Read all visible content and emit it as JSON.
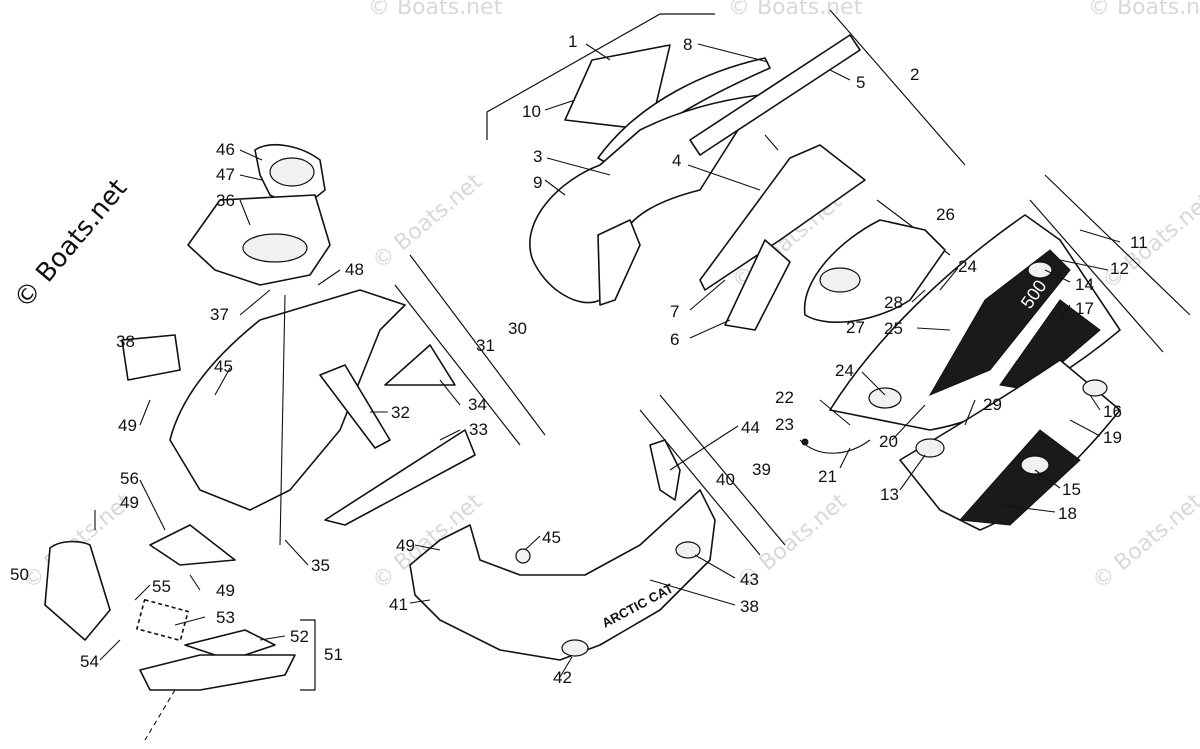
{
  "watermark": {
    "site": "© Boats.net",
    "repeat": "© Boats.net"
  },
  "brand_text": "ARCTIC CAT",
  "model_text": "500",
  "callouts": [
    {
      "id": "c1",
      "label": "1"
    },
    {
      "id": "c2",
      "label": "2"
    },
    {
      "id": "c3",
      "label": "3"
    },
    {
      "id": "c4",
      "label": "4"
    },
    {
      "id": "c5",
      "label": "5"
    },
    {
      "id": "c6",
      "label": "6"
    },
    {
      "id": "c7",
      "label": "7"
    },
    {
      "id": "c8",
      "label": "8"
    },
    {
      "id": "c9",
      "label": "9"
    },
    {
      "id": "c10",
      "label": "10"
    },
    {
      "id": "c11",
      "label": "11"
    },
    {
      "id": "c12",
      "label": "12"
    },
    {
      "id": "c13",
      "label": "13"
    },
    {
      "id": "c14",
      "label": "14"
    },
    {
      "id": "c15",
      "label": "15"
    },
    {
      "id": "c16",
      "label": "16"
    },
    {
      "id": "c17",
      "label": "17"
    },
    {
      "id": "c18",
      "label": "18"
    },
    {
      "id": "c19",
      "label": "19"
    },
    {
      "id": "c20",
      "label": "20"
    },
    {
      "id": "c21",
      "label": "21"
    },
    {
      "id": "c22",
      "label": "22"
    },
    {
      "id": "c23",
      "label": "23"
    },
    {
      "id": "c24a",
      "label": "24"
    },
    {
      "id": "c24b",
      "label": "24"
    },
    {
      "id": "c25",
      "label": "25"
    },
    {
      "id": "c26",
      "label": "26"
    },
    {
      "id": "c27",
      "label": "27"
    },
    {
      "id": "c28",
      "label": "28"
    },
    {
      "id": "c29",
      "label": "29"
    },
    {
      "id": "c30",
      "label": "30"
    },
    {
      "id": "c31",
      "label": "31"
    },
    {
      "id": "c32",
      "label": "32"
    },
    {
      "id": "c33",
      "label": "33"
    },
    {
      "id": "c34",
      "label": "34"
    },
    {
      "id": "c35",
      "label": "35"
    },
    {
      "id": "c36",
      "label": "36"
    },
    {
      "id": "c37",
      "label": "37"
    },
    {
      "id": "c38a",
      "label": "38"
    },
    {
      "id": "c38b",
      "label": "38"
    },
    {
      "id": "c39",
      "label": "39"
    },
    {
      "id": "c40",
      "label": "40"
    },
    {
      "id": "c41",
      "label": "41"
    },
    {
      "id": "c42",
      "label": "42"
    },
    {
      "id": "c43",
      "label": "43"
    },
    {
      "id": "c44",
      "label": "44"
    },
    {
      "id": "c45a",
      "label": "45"
    },
    {
      "id": "c45b",
      "label": "45"
    },
    {
      "id": "c46",
      "label": "46"
    },
    {
      "id": "c47",
      "label": "47"
    },
    {
      "id": "c48",
      "label": "48"
    },
    {
      "id": "c49a",
      "label": "49"
    },
    {
      "id": "c49b",
      "label": "49"
    },
    {
      "id": "c49c",
      "label": "49"
    },
    {
      "id": "c49d",
      "label": "49"
    },
    {
      "id": "c50",
      "label": "50"
    },
    {
      "id": "c51",
      "label": "51"
    },
    {
      "id": "c52",
      "label": "52"
    },
    {
      "id": "c53",
      "label": "53"
    },
    {
      "id": "c54",
      "label": "54"
    },
    {
      "id": "c55",
      "label": "55"
    },
    {
      "id": "c56",
      "label": "56"
    }
  ]
}
